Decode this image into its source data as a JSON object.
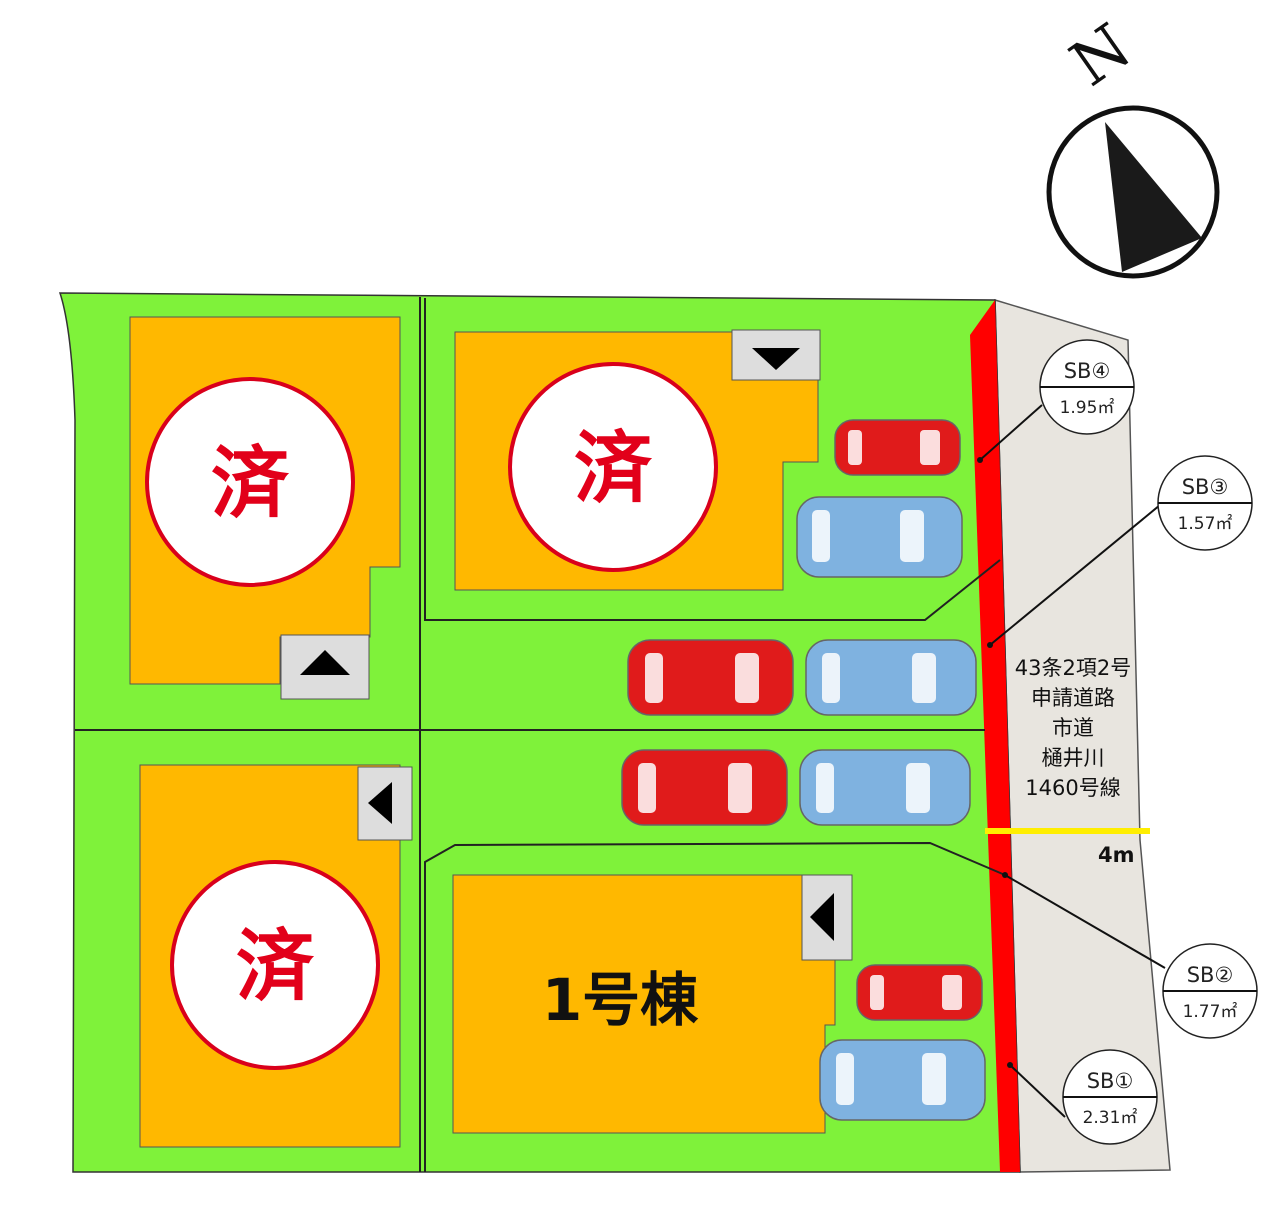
{
  "compass": {
    "north_label": "N"
  },
  "lots": [
    {
      "status": "済"
    },
    {
      "status": "済"
    },
    {
      "status": "済"
    },
    {
      "label": "1号棟"
    }
  ],
  "road": {
    "lines": [
      "43条2項2号",
      "申請道路",
      "市道",
      "樋井川",
      "1460号線"
    ],
    "width": "4m"
  },
  "setbacks": [
    {
      "label": "SB①",
      "area": "2.31㎡"
    },
    {
      "label": "SB②",
      "area": "1.77㎡"
    },
    {
      "label": "SB③",
      "area": "1.57㎡"
    },
    {
      "label": "SB④",
      "area": "1.95㎡"
    }
  ],
  "colors": {
    "lot": "#7ff23a",
    "house": "#ffb800",
    "setback": "#ff0000",
    "road": "#e8e5df",
    "sold": "#e2001a"
  }
}
